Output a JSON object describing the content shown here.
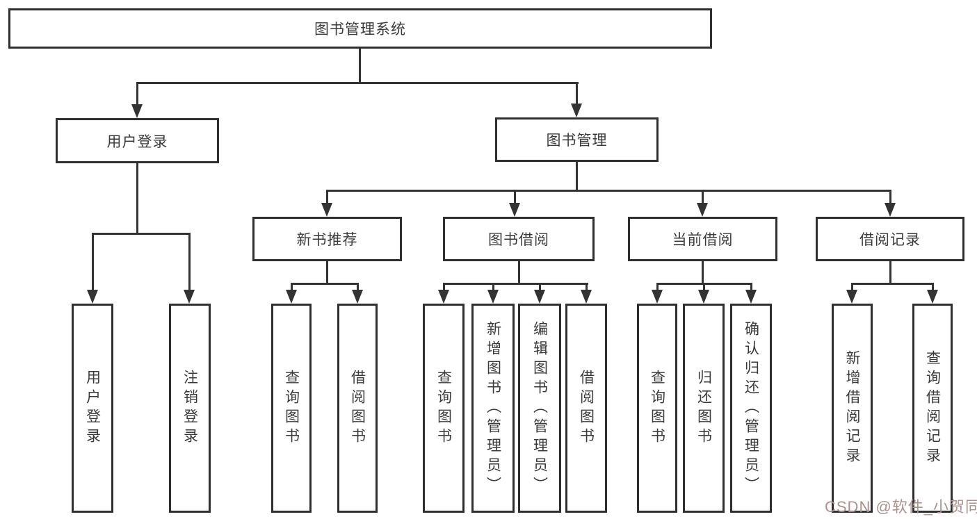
{
  "tree": {
    "root": {
      "label": "图书管理系统"
    },
    "user_login": {
      "label": "用户登录",
      "children": [
        "用户登录",
        "注销登录"
      ]
    },
    "book_mgmt": {
      "label": "图书管理"
    },
    "new_rec": {
      "label": "新书推荐",
      "children": [
        "查询图书",
        "借阅图书"
      ]
    },
    "borrow": {
      "label": "图书借阅",
      "children": [
        "查询图书",
        "新增图书（管理员）",
        "编辑图书（管理员）",
        "借阅图书"
      ]
    },
    "current": {
      "label": "当前借阅",
      "children": [
        "查询图书",
        "归还图书",
        "确认归还（管理员）"
      ]
    },
    "record": {
      "label": "借阅记录",
      "children": [
        "新增借阅记录",
        "查询借阅记录"
      ]
    }
  },
  "watermark": {
    "text": "CSDN @软件_小贺同学"
  },
  "colors": {
    "line": "#333333",
    "border": "#2f2f2f",
    "text": "#3a3a3a",
    "watermark": "#ab918d",
    "background": "#ffffff"
  }
}
